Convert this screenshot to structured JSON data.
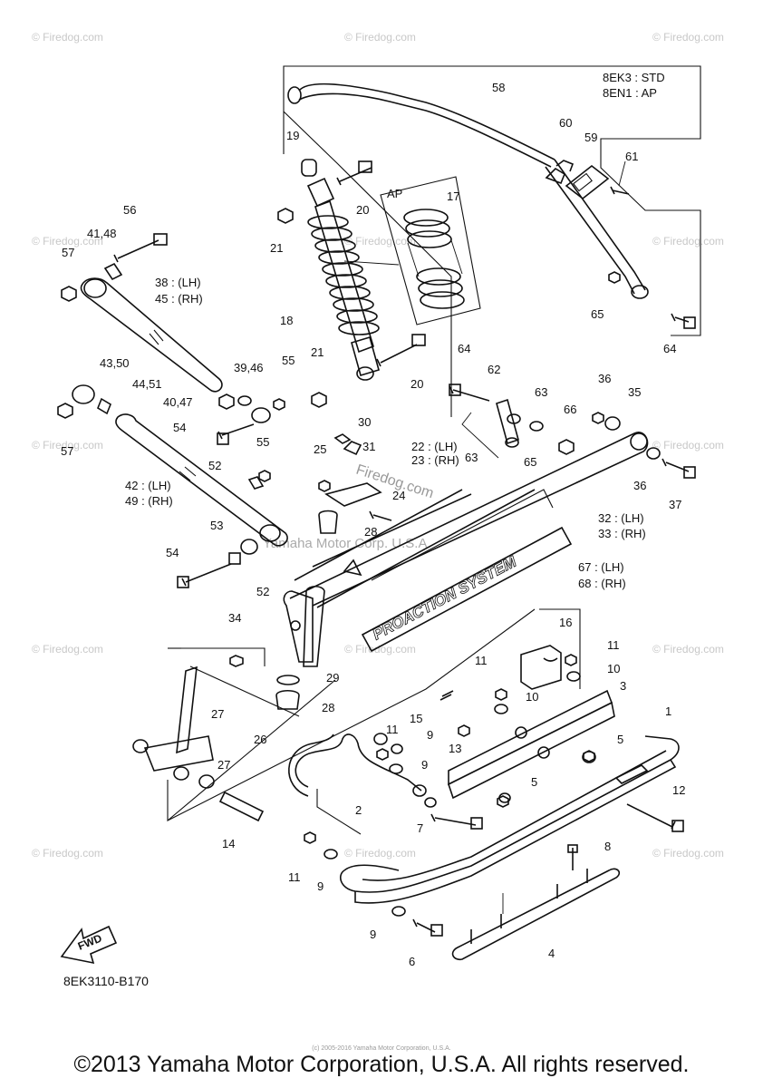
{
  "watermarks": {
    "firedog": "© Firedog.com",
    "center_site": "Firedog.com",
    "center_copy": "Yamaha Motor Corp. U.S.A."
  },
  "model_legend": {
    "line1": "8EK3   : STD",
    "line2": "8EN1   : AP"
  },
  "inset_label": "AP",
  "ski_decal_text": "PROACTION SYSTEM",
  "diagram_code": "8EK3110-B170",
  "fwd_label": "FWD",
  "copyright": "©2013 Yamaha Motor Corporation, U.S.A. All rights reserved.",
  "fine_print": "(c) 2005-2016 Yamaha Motor Corporation, U.S.A.",
  "part_labels": [
    {
      "id": "58",
      "text": "58"
    },
    {
      "id": "60",
      "text": "60"
    },
    {
      "id": "59",
      "text": "59"
    },
    {
      "id": "61",
      "text": "61"
    },
    {
      "id": "19",
      "text": "19"
    },
    {
      "id": "20a",
      "text": "20"
    },
    {
      "id": "21a",
      "text": "21"
    },
    {
      "id": "17",
      "text": "17"
    },
    {
      "id": "56",
      "text": "56"
    },
    {
      "id": "41_48",
      "text": "41,48"
    },
    {
      "id": "57a",
      "text": "57"
    },
    {
      "id": "38",
      "text": "38 : (LH)"
    },
    {
      "id": "45",
      "text": "45 : (RH)"
    },
    {
      "id": "18",
      "text": "18"
    },
    {
      "id": "65a",
      "text": "65"
    },
    {
      "id": "64a",
      "text": "64"
    },
    {
      "id": "64b",
      "text": "64"
    },
    {
      "id": "21b",
      "text": "21"
    },
    {
      "id": "20b",
      "text": "20"
    },
    {
      "id": "43_50",
      "text": "43,50"
    },
    {
      "id": "39_46",
      "text": "39,46"
    },
    {
      "id": "55a",
      "text": "55"
    },
    {
      "id": "44_51",
      "text": "44,51"
    },
    {
      "id": "40_47",
      "text": "40,47"
    },
    {
      "id": "62",
      "text": "62"
    },
    {
      "id": "63a",
      "text": "63"
    },
    {
      "id": "36a",
      "text": "36"
    },
    {
      "id": "35",
      "text": "35"
    },
    {
      "id": "66",
      "text": "66"
    },
    {
      "id": "54a",
      "text": "54"
    },
    {
      "id": "30",
      "text": "30"
    },
    {
      "id": "57b",
      "text": "57"
    },
    {
      "id": "31",
      "text": "31"
    },
    {
      "id": "22",
      "text": "22 : (LH)"
    },
    {
      "id": "23",
      "text": "23 : (RH)"
    },
    {
      "id": "63b",
      "text": "63"
    },
    {
      "id": "65b",
      "text": "65"
    },
    {
      "id": "36b",
      "text": "36"
    },
    {
      "id": "37",
      "text": "37"
    },
    {
      "id": "55b",
      "text": "55"
    },
    {
      "id": "25",
      "text": "25"
    },
    {
      "id": "52a",
      "text": "52"
    },
    {
      "id": "24",
      "text": "24"
    },
    {
      "id": "42",
      "text": "42 : (LH)"
    },
    {
      "id": "49",
      "text": "49 : (RH)"
    },
    {
      "id": "32",
      "text": "32 : (LH)"
    },
    {
      "id": "33",
      "text": "33 : (RH)"
    },
    {
      "id": "28a",
      "text": "28"
    },
    {
      "id": "53",
      "text": "53"
    },
    {
      "id": "54b",
      "text": "54"
    },
    {
      "id": "67",
      "text": "67 : (LH)"
    },
    {
      "id": "68",
      "text": "68 : (RH)"
    },
    {
      "id": "52b",
      "text": "52"
    },
    {
      "id": "34",
      "text": "34"
    },
    {
      "id": "16",
      "text": "16"
    },
    {
      "id": "11a",
      "text": "11"
    },
    {
      "id": "11b",
      "text": "11"
    },
    {
      "id": "10a",
      "text": "10"
    },
    {
      "id": "29",
      "text": "29"
    },
    {
      "id": "3",
      "text": "3"
    },
    {
      "id": "10b",
      "text": "10"
    },
    {
      "id": "28b",
      "text": "28"
    },
    {
      "id": "15",
      "text": "15"
    },
    {
      "id": "27a",
      "text": "27"
    },
    {
      "id": "13",
      "text": "13"
    },
    {
      "id": "1",
      "text": "1"
    },
    {
      "id": "11c",
      "text": "11"
    },
    {
      "id": "26",
      "text": "26"
    },
    {
      "id": "9a",
      "text": "9"
    },
    {
      "id": "5a",
      "text": "5"
    },
    {
      "id": "27b",
      "text": "27"
    },
    {
      "id": "9b",
      "text": "9"
    },
    {
      "id": "5b",
      "text": "5"
    },
    {
      "id": "2",
      "text": "2"
    },
    {
      "id": "12",
      "text": "12"
    },
    {
      "id": "7",
      "text": "7"
    },
    {
      "id": "14",
      "text": "14"
    },
    {
      "id": "8",
      "text": "8"
    },
    {
      "id": "11d",
      "text": "11"
    },
    {
      "id": "9c",
      "text": "9"
    },
    {
      "id": "9d",
      "text": "9"
    },
    {
      "id": "4",
      "text": "4"
    },
    {
      "id": "6",
      "text": "6"
    }
  ]
}
